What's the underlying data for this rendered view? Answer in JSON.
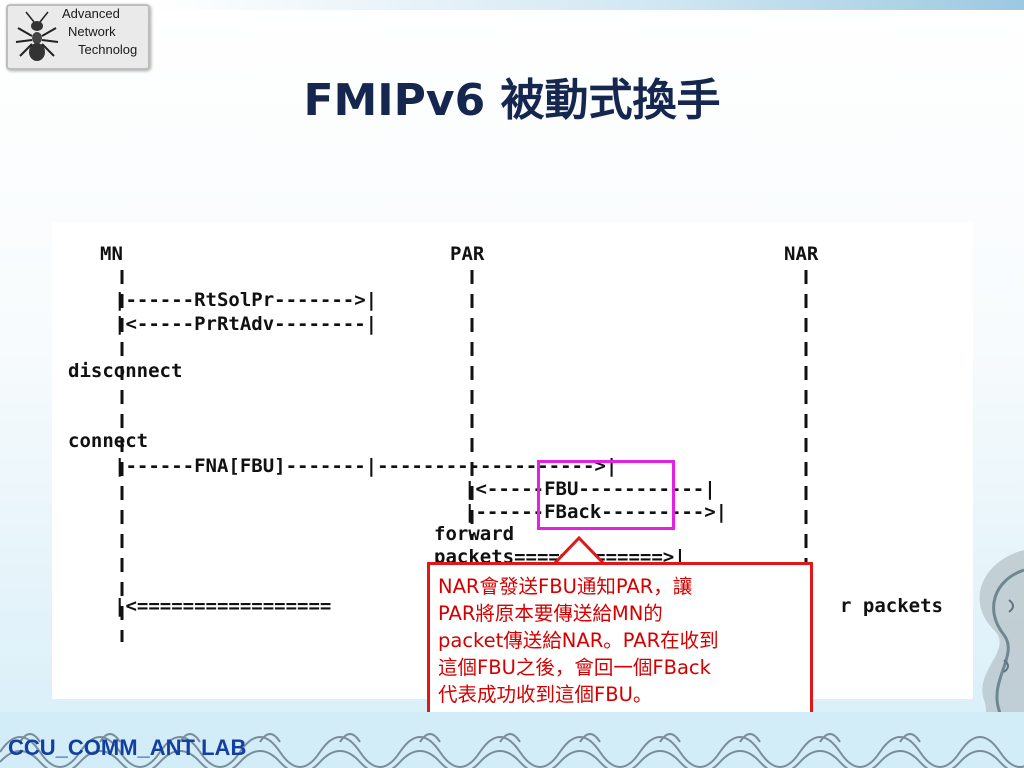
{
  "logo": {
    "lines": [
      "Advanced",
      "Network",
      "Technolog"
    ]
  },
  "title": "FMIPv6 被動式換手",
  "diagram": {
    "entities": [
      "MN",
      "PAR",
      "NAR"
    ],
    "lines": {
      "rtsolpr": "|------RtSolPr------->|",
      "prrtadv": "|<-----PrRtAdv--------|",
      "disconnect": "disconnect",
      "connect": "connect",
      "fna": "|------FNA[FBU]-------|------------------->|",
      "fbu": "|<-----FBU-----------|",
      "fback": "|------FBack--------->|",
      "forward": "forward",
      "packets": "packets=============>|",
      "deliver_left": "|<=================",
      "deliver_right": "r packets"
    },
    "highlight_color": "#e520e5"
  },
  "callout": {
    "color": "#d40000",
    "lines": [
      "NAR會發送FBU通知PAR，讓",
      "PAR將原本要傳送給MN的",
      "packet傳送給NAR。PAR在收到",
      "這個FBU之後，會回一個FBack",
      "代表成功收到這個FBU。"
    ]
  },
  "footer": {
    "text": "CCU_COMM_ANT LAB",
    "color": "#123fa0"
  }
}
